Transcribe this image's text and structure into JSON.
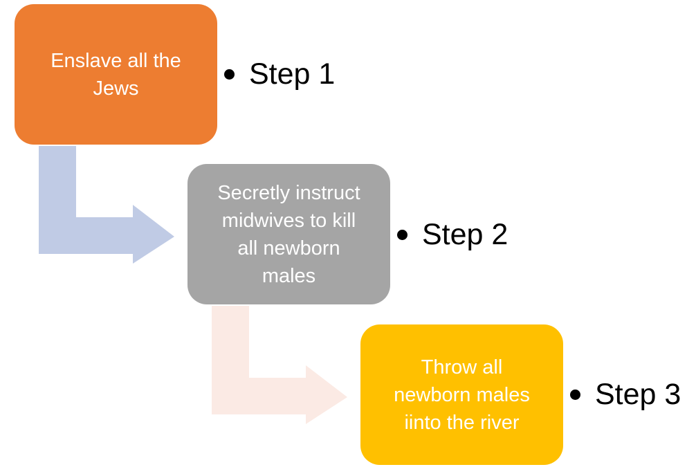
{
  "colors": {
    "box_1": "#ED7D31",
    "box_2": "#A5A5A5",
    "box_3": "#FFC000",
    "arrow_1": "#C0CBE5",
    "arrow_2": "#FBEAE4",
    "box_text": "#FFFFFF",
    "label_text": "#000000"
  },
  "steps": [
    {
      "box_lines": [
        "Enslave all the",
        "Jews"
      ],
      "label": "Step 1"
    },
    {
      "box_lines": [
        "Secretly instruct",
        "midwives to kill",
        "all newborn",
        "males"
      ],
      "label": "Step 2"
    },
    {
      "box_lines": [
        "Throw all",
        "newborn males",
        "iinto the river"
      ],
      "label": "Step 3"
    }
  ]
}
